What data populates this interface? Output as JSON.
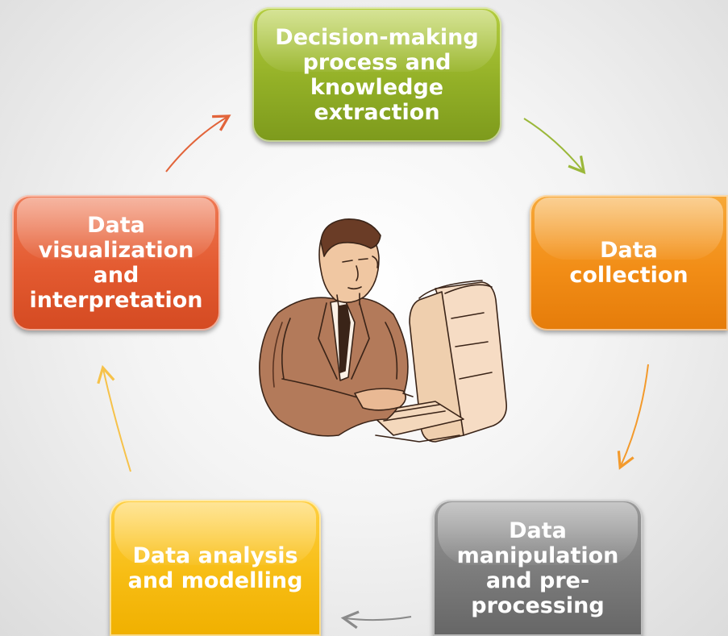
{
  "cycle": {
    "steps": [
      {
        "label": "Decision-making process and knowledge extraction",
        "color": "#93b027"
      },
      {
        "label": "Data collection",
        "color": "#f28d16"
      },
      {
        "label": "Data manipulation and pre-processing",
        "color": "#7b7b7b"
      },
      {
        "label": "Data analysis and modelling",
        "color": "#f7bd14"
      },
      {
        "label": "Data visualization and interpretation",
        "color": "#e35a30"
      }
    ],
    "arrow_colors": [
      "#9bb83a",
      "#f39a2c",
      "#8a8a8a",
      "#f6c24a",
      "#e2643a"
    ],
    "center_image": "man-at-computer-clipart"
  }
}
